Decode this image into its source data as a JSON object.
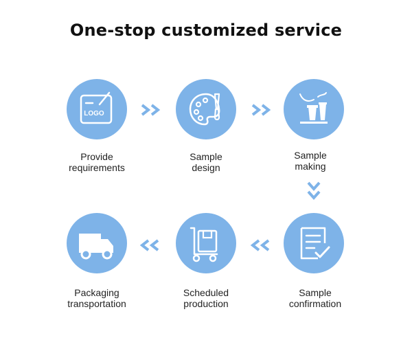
{
  "title": "One-stop customized service",
  "colors": {
    "accent": "#7eb3e8",
    "icon_stroke": "#ffffff"
  },
  "steps": [
    {
      "line1": "Provide",
      "line2": "requirements",
      "icon": "logo-board-icon"
    },
    {
      "line1": "Sample",
      "line2": "design",
      "icon": "palette-brush-icon"
    },
    {
      "line1": "Sample",
      "line2": "making",
      "icon": "factory-icon"
    },
    {
      "line1": "Sample",
      "line2": "confirmation",
      "icon": "checklist-document-icon"
    },
    {
      "line1": "Scheduled",
      "line2": "production",
      "icon": "hand-truck-box-icon"
    },
    {
      "line1": "Packaging",
      "line2": "transportation",
      "icon": "delivery-truck-icon"
    }
  ],
  "logo_text": "LOGO"
}
